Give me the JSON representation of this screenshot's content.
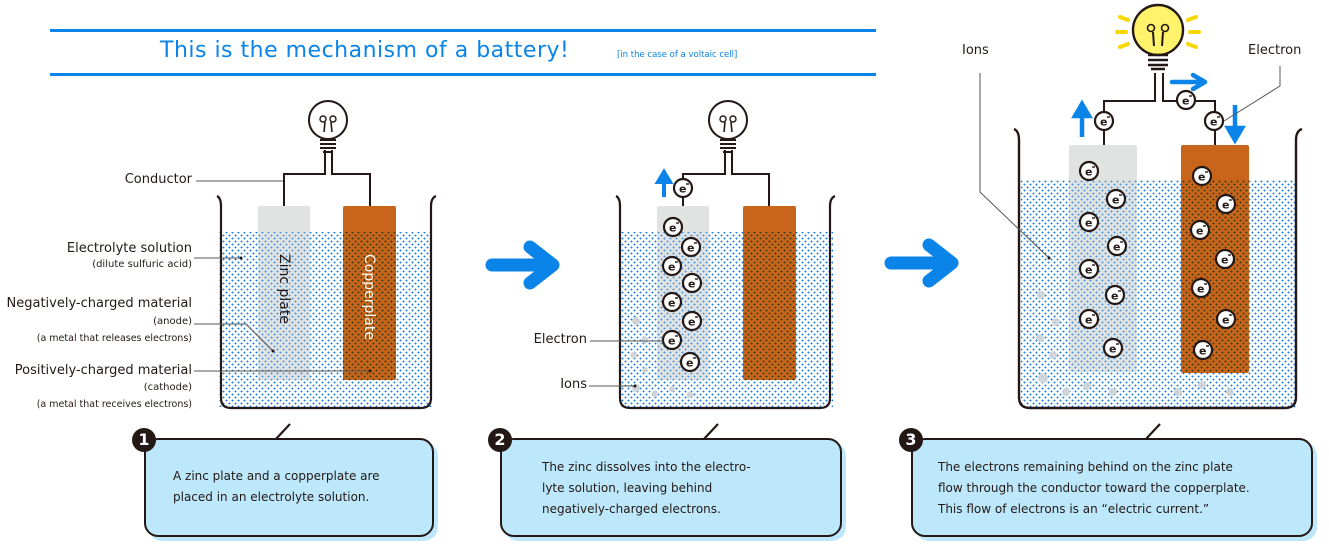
{
  "header": {
    "title": "This is the mechanism of a battery!",
    "subtitle": "[in the case of a voltaic cell]"
  },
  "colors": {
    "accent": "#0a84e8",
    "electrolyte": "#1a7fe0",
    "zinc": "#dcdddd",
    "copper": "#c8651b",
    "caption_bg": "#bde8fb",
    "ink": "#231815",
    "bulb_lit": "#fff36b",
    "rays": "#f7d800"
  },
  "panel1": {
    "labels": {
      "conductor": "Conductor",
      "electrolyte": "Electrolyte solution",
      "electrolyte_sub": "(dilute sulfuric acid)",
      "anode": "Negatively-charged material",
      "anode_sub": "(anode)",
      "anode_note": "(a metal that releases electrons)",
      "cathode": "Positively-charged material",
      "cathode_sub": "(cathode)",
      "cathode_note": "(a metal that receives electrons)"
    },
    "zinc_label": "Zinc plate",
    "copper_label": "Copperplate",
    "step": "1",
    "caption": [
      "A zinc plate and a copperplate are",
      "placed in an electrolyte solution."
    ]
  },
  "panel2": {
    "labels": {
      "electron": "Electron",
      "ions": "Ions"
    },
    "electron_symbol": "e⁻",
    "step": "2",
    "caption": [
      "The zinc dissolves into the electro-",
      "lyte solution, leaving behind",
      "negatively-charged electrons."
    ]
  },
  "panel3": {
    "labels": {
      "ions": "Ions",
      "electron": "Electron"
    },
    "electron_symbol": "e⁻",
    "step": "3",
    "caption": [
      "The electrons remaining behind on the zinc plate",
      "flow through the conductor toward the copperplate.",
      "This flow of electrons is an “electric current.”"
    ]
  },
  "icons": {
    "arrow": "right-arrow-icon",
    "bulb": "light-bulb-icon",
    "electron": "electron-icon"
  }
}
